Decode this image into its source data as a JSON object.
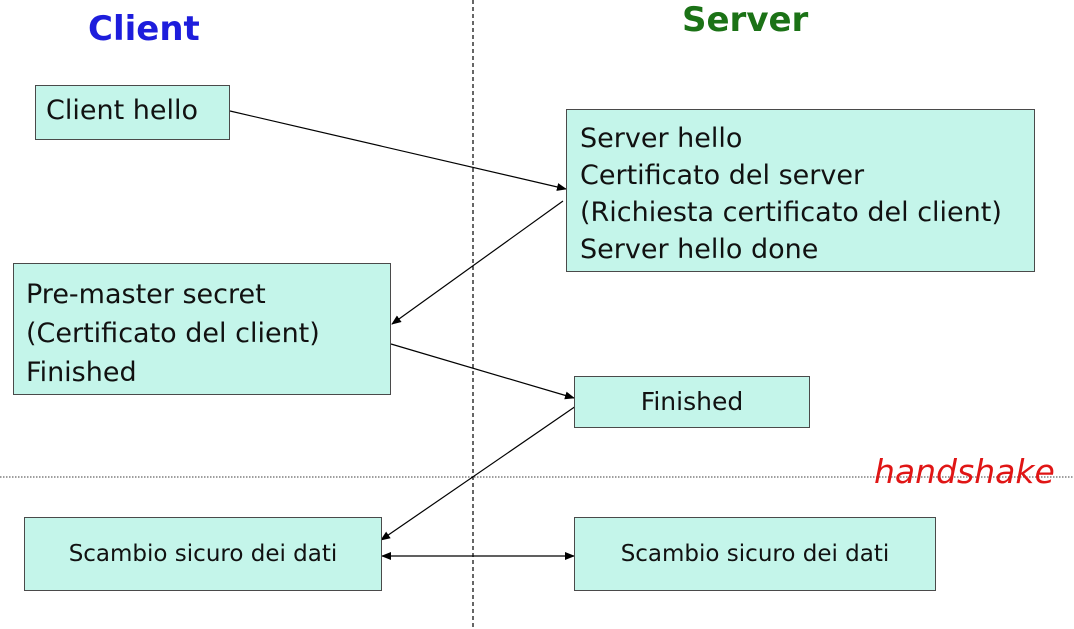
{
  "diagram": {
    "client_title": "Client",
    "server_title": "Server",
    "handshake_label": "handshake",
    "colors": {
      "client_title": "#1d1ddc",
      "server_title": "#1b7216",
      "box_fill": "#c4f5ea",
      "handshake": "#e01515"
    },
    "client_hello": {
      "lines": [
        "Client hello"
      ]
    },
    "server_hello": {
      "lines": [
        "Server hello",
        "Certificato del server",
        "(Richiesta certificato del client)",
        "Server hello done"
      ]
    },
    "client_premaster": {
      "lines": [
        "Pre-master secret",
        "(Certificato del client)",
        "Finished"
      ]
    },
    "server_finished": {
      "lines": [
        "Finished"
      ]
    },
    "client_exchange": {
      "lines": [
        "Scambio sicuro dei dati"
      ]
    },
    "server_exchange": {
      "lines": [
        "Scambio sicuro dei dati"
      ]
    }
  }
}
